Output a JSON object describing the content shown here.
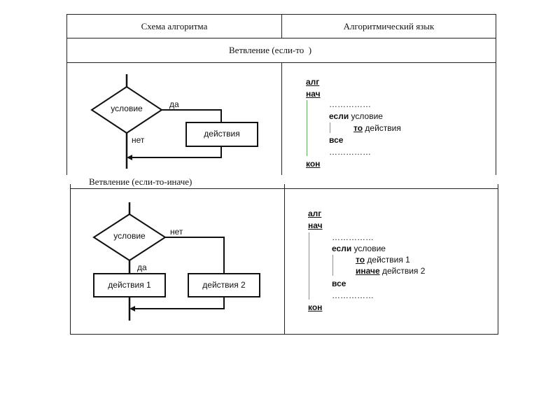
{
  "table": {
    "col1_header": "Схема алгоритма",
    "col2_header": "Алгоритмический язык"
  },
  "section1": {
    "title": "Ветвление (если-то  )",
    "flowchart": {
      "condition": "условие",
      "yes": "да",
      "no": "нет",
      "action": "действия"
    },
    "code": {
      "alg": "алг",
      "nach": "нач",
      "dots": "……………",
      "if_kw": "если",
      "if_rest": " условие",
      "then_kw": "то",
      "then_rest": " действия",
      "end_kw": "все",
      "dots2": "……………",
      "kon": "кон"
    }
  },
  "section2": {
    "title": "Ветвление (если-то-иначе)",
    "flowchart": {
      "condition": "условие",
      "no": "нет",
      "yes": "да",
      "action1": "действия 1",
      "action2": "действия 2"
    },
    "code": {
      "alg": "алг",
      "nach": "нач",
      "dots": "……………",
      "if_kw": "если",
      "if_rest": " условие",
      "then_kw": "то",
      "then_rest": " действия 1",
      "else_kw": "иначе",
      "else_rest": " действия 2",
      "end_kw": "все",
      "dots2": "……………",
      "kon": "кон"
    }
  }
}
